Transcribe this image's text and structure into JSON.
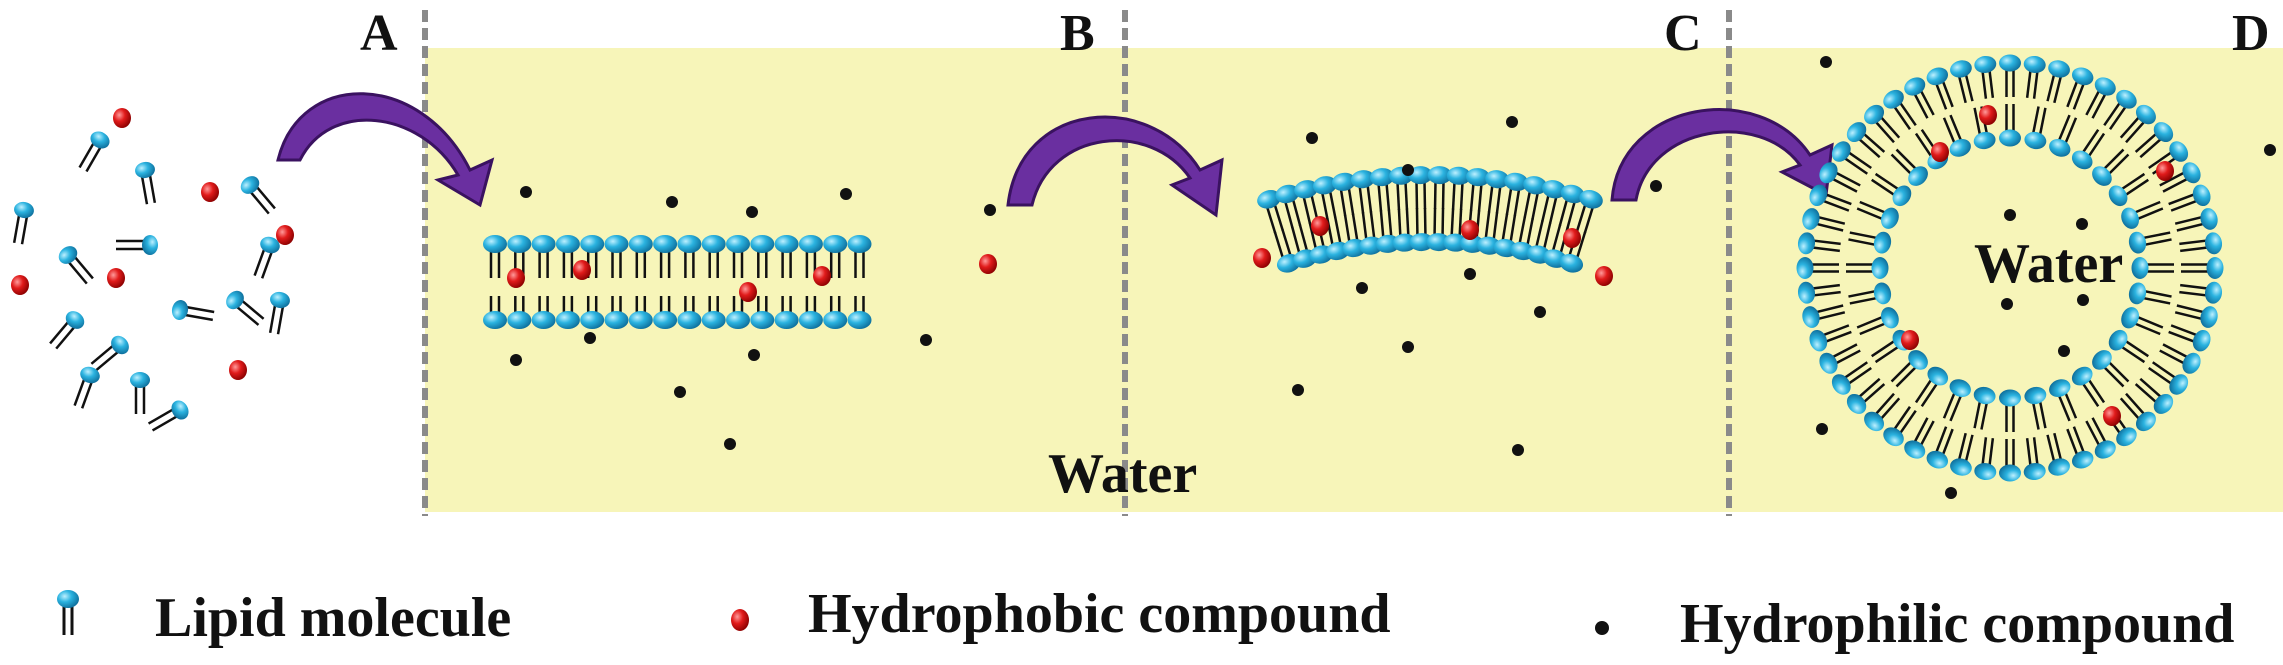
{
  "stages": [
    "A",
    "B",
    "C",
    "D"
  ],
  "water_label": "Water",
  "vesicle_water_label": "Water",
  "legend": {
    "lipid": "Lipid molecule",
    "hydrophobic": "Hydrophobic compound",
    "hydrophilic": "Hydrophilic compound"
  },
  "colors": {
    "water_band": "#f7f5b9",
    "lipid_head": "#2bb3e0",
    "lipid_head_dark": "#0e7fb0",
    "hydrophobic": "#e11b1b",
    "hydrophilic": "#111111",
    "arrow": "#6a2fa0",
    "divider": "#8a8a8a"
  }
}
